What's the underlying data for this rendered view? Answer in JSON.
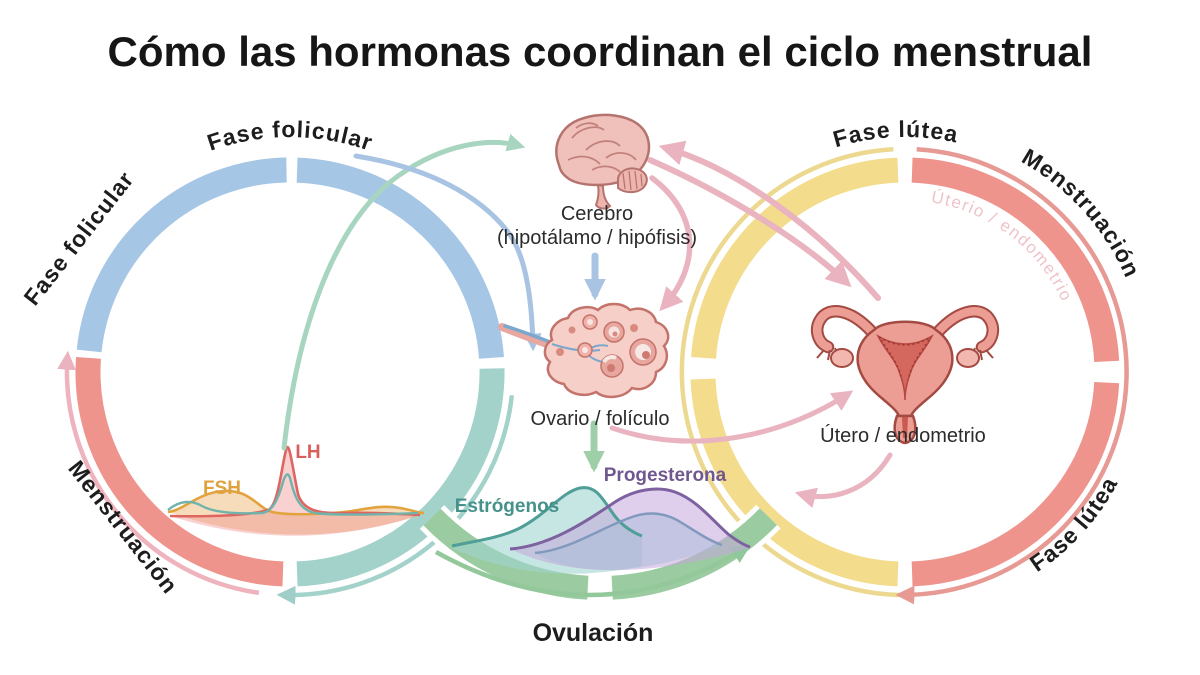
{
  "title": "Cómo las hormonas coordinan el ciclo menstrual",
  "labels": {
    "fase_folicular_top": "Fase folicular",
    "fase_folicular_left": "Fase folicular",
    "menstruacion_left": "Menstruación",
    "fase_lutea_top": "Fase lútea",
    "menstruacion_right": "Menstruación",
    "fase_lutea_bottom": "Fase lútea",
    "ovulacion": "Ovulación",
    "cerebro_line1": "Cerebro",
    "cerebro_line2": "(hipotálamo / hipófisis)",
    "ovario": "Ovario / folículo",
    "utero": "Útero / endometrio",
    "utero_curved": "Úterio / endometrio",
    "lh": "LH",
    "fsh": "FSH",
    "estrogenos": "Estrógenos",
    "progesterona": "Progesterona"
  },
  "colors": {
    "background": "#ffffff",
    "title_text": "#161616",
    "arc_blue": "#a6c6e5",
    "arc_teal": "#a3d2cb",
    "arc_red": "#ee948c",
    "arc_yellow": "#f3dc8c",
    "arc_green": "#9bcba0",
    "thin_pink": "#eeb3bd",
    "thin_teal": "#a3d2cb",
    "thin_yellow": "#ecd98f",
    "thin_red": "#e79a93",
    "thin_green": "#93c89b",
    "arrow_pink": "#eab3c0",
    "arrow_mint": "#a8d5bf",
    "arrow_blue": "#a9c4e2",
    "lh_curve": "#dd6662",
    "fsh_curve": "#e2a33f",
    "estrogenos_curve": "#4f9e97",
    "progesterona_curve": "#7e619f",
    "bluegray_curve": "#8199bd"
  }
}
